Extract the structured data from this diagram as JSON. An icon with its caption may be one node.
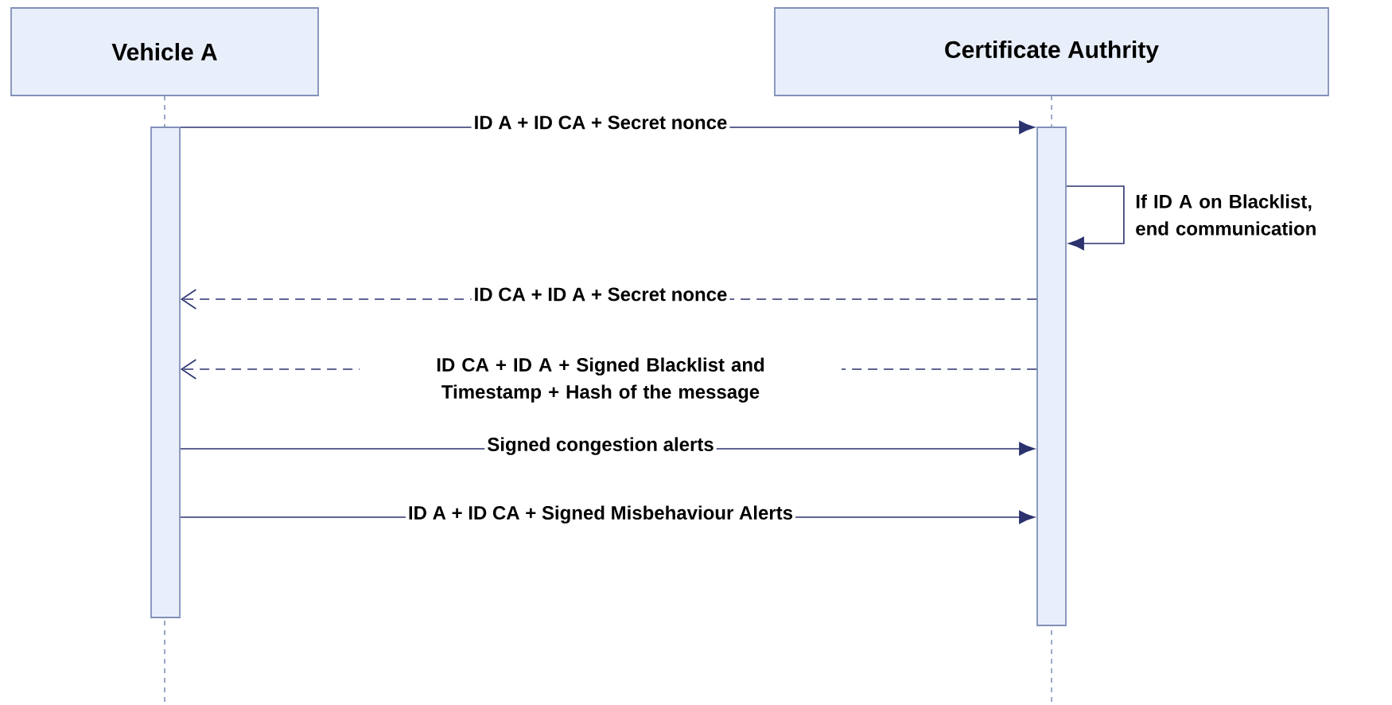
{
  "diagram": {
    "nodes": [
      {
        "text": [
          "Vehicle A"
        ]
      },
      {
        "text": [
          "Certificate Authrity"
        ]
      },
      {
        "text": [],
        "shape": "bar"
      },
      {
        "text": [],
        "shape": "bar"
      }
    ],
    "edges": [
      {
        "from": 2,
        "to": 3,
        "arrow": "to",
        "label": "ID A + ID CA + Secret nonce"
      },
      {
        "from": 3,
        "to": 3,
        "arrow": "to",
        "label": "If ID A on Blacklist, end communication"
      },
      {
        "from": 3,
        "to": 2,
        "arrow": "to",
        "style": "dashed",
        "label": "ID CA + ID A + Secret nonce"
      },
      {
        "from": 3,
        "to": 2,
        "arrow": "to",
        "style": "dashed",
        "label": "ID CA + ID A + Signed Blacklist and Timestamp + Hash of the message"
      },
      {
        "from": 2,
        "to": 3,
        "arrow": "to",
        "label": "Signed congestion alerts"
      },
      {
        "from": 2,
        "to": 3,
        "arrow": "to",
        "label": "ID A + ID CA + Signed Misbehaviour Alerts"
      }
    ]
  }
}
